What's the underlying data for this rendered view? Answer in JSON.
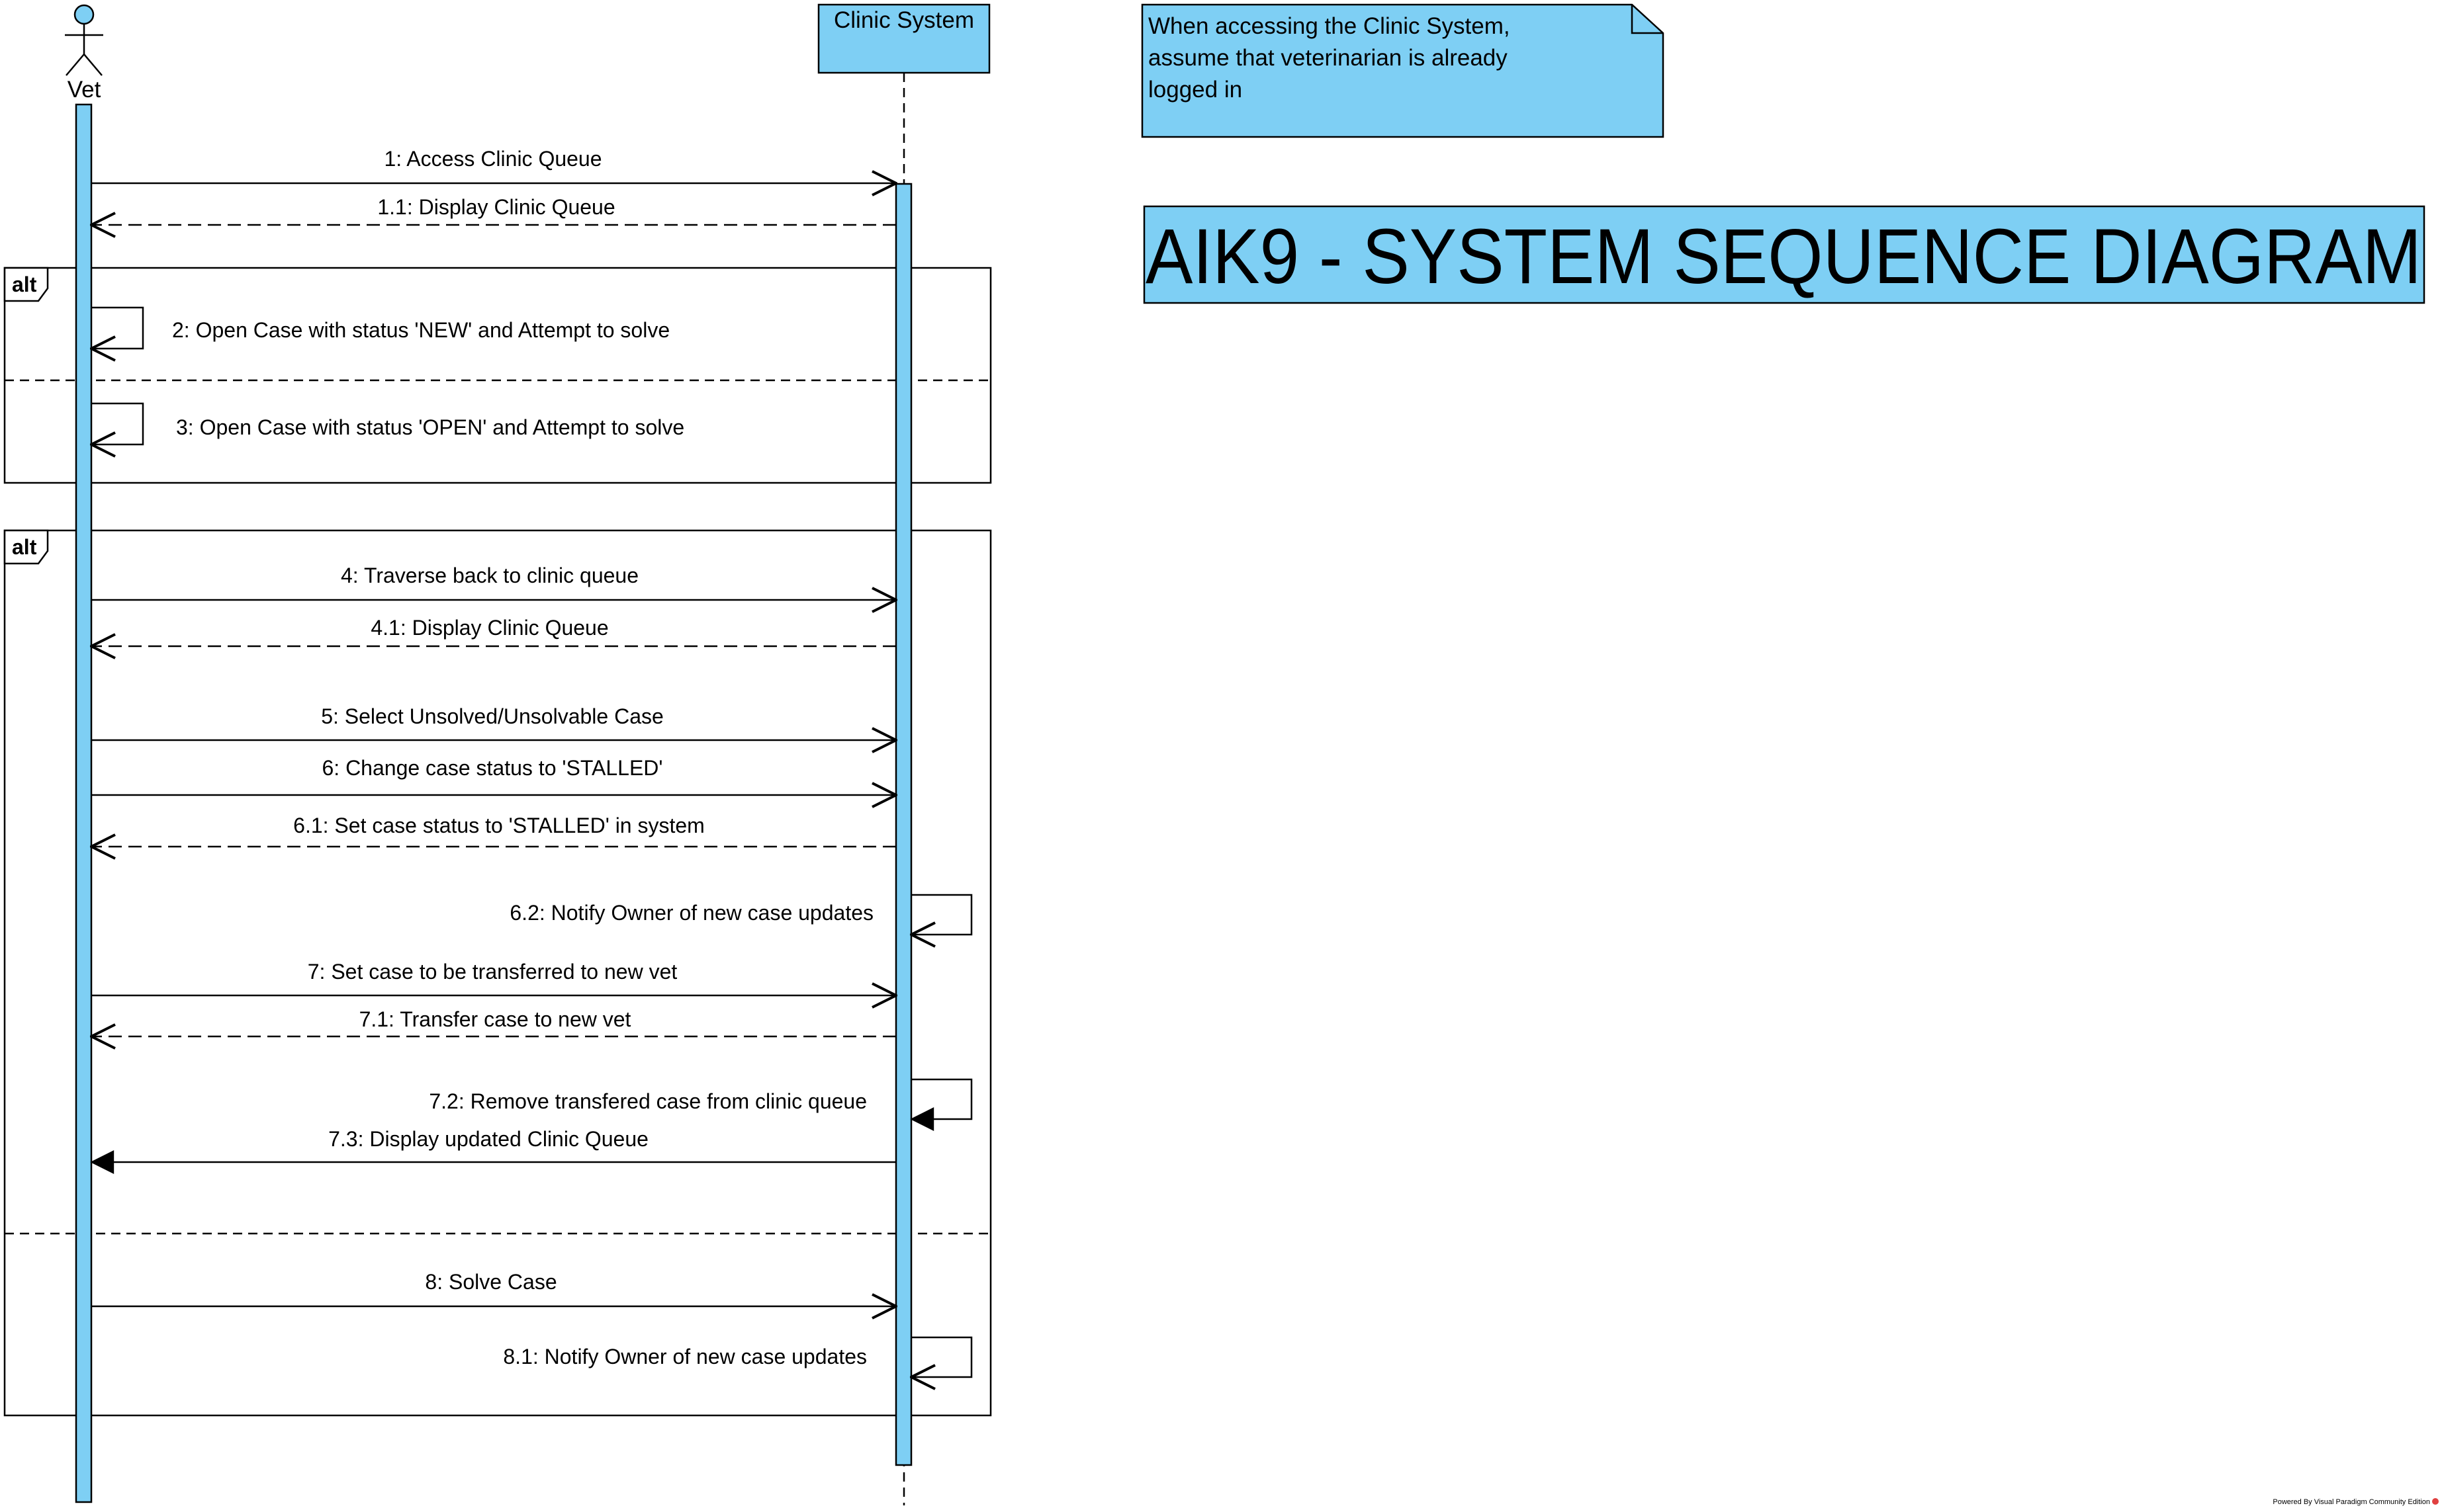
{
  "title": "AIK9 - SYSTEM SEQUENCE DIAGRAM",
  "note": {
    "lines": [
      "When accessing the Clinic System,",
      "assume that veterinarian is already",
      "logged in"
    ]
  },
  "actor": {
    "label": "Vet"
  },
  "system": {
    "label": "Clinic System"
  },
  "fragments": [
    {
      "operator": "alt"
    },
    {
      "operator": "alt"
    }
  ],
  "messages": [
    {
      "label": "1: Access Clinic Queue",
      "kind": "call"
    },
    {
      "label": "1.1: Display Clinic Queue",
      "kind": "return"
    },
    {
      "label": "2: Open Case with status 'NEW' and Attempt to solve",
      "kind": "self"
    },
    {
      "label": "3: Open Case with status 'OPEN' and Attempt to solve",
      "kind": "self"
    },
    {
      "label": "4: Traverse back to clinic queue",
      "kind": "call"
    },
    {
      "label": "4.1: Display Clinic Queue",
      "kind": "return"
    },
    {
      "label": "5: Select Unsolved/Unsolvable Case",
      "kind": "call"
    },
    {
      "label": "6: Change case status to 'STALLED'",
      "kind": "call"
    },
    {
      "label": "6.1: Set case status to 'STALLED' in system",
      "kind": "return"
    },
    {
      "label": "6.2: Notify Owner of new case updates",
      "kind": "self"
    },
    {
      "label": "7: Set case to be transferred to new vet",
      "kind": "call"
    },
    {
      "label": "7.1: Transfer case to new vet",
      "kind": "return"
    },
    {
      "label": "7.2: Remove transfered case from clinic queue",
      "kind": "self-sync"
    },
    {
      "label": "7.3: Display updated Clinic Queue",
      "kind": "sync"
    },
    {
      "label": "8: Solve Case",
      "kind": "call"
    },
    {
      "label": "8.1: Notify Owner of new case updates",
      "kind": "self"
    }
  ],
  "footer": "Powered By Visual Paradigm Community Edition",
  "colors": {
    "fill": "#7ecff4",
    "stroke": "#000000",
    "background": "#ffffff"
  }
}
